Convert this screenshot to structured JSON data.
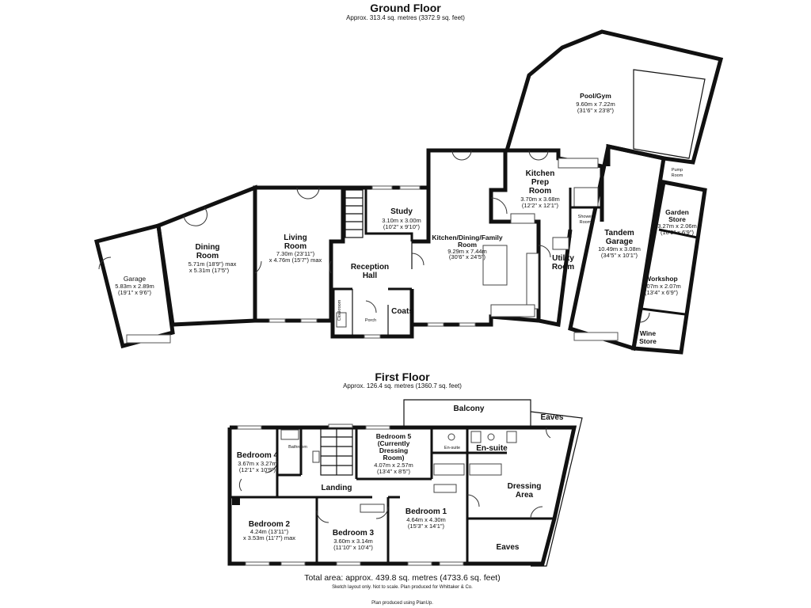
{
  "ground_floor": {
    "heading": "Ground Floor",
    "area": "Approx. 313.4 sq. metres (3372.9 sq. feet)",
    "rooms": {
      "garage": {
        "name": "Garage",
        "size_m": "5.83m x 2.89m",
        "size_ft": "(19'1\" x 9'6\")"
      },
      "dining": {
        "name_1": "Dining",
        "name_2": "Room",
        "size_1": "5.71m (18'9\") max",
        "size_2": "x 5.31m (17'5\")"
      },
      "living": {
        "name_1": "Living",
        "name_2": "Room",
        "size_1": "7.30m (23'11\")",
        "size_2": "x 4.76m (15'7\") max"
      },
      "study": {
        "name": "Study",
        "size_m": "3.10m x 3.00m",
        "size_ft": "(10'2\" x 9'10\")"
      },
      "reception": {
        "name_1": "Reception",
        "name_2": "Hall"
      },
      "kitchen_family": {
        "name_1": "Kitchen/Dining/Family",
        "name_2": "Room",
        "size_m": "9.29m x 7.44m",
        "size_ft": "(30'6\" x 24'5\")"
      },
      "kitchen_prep": {
        "name_1": "Kitchen",
        "name_2": "Prep",
        "name_3": "Room",
        "size_m": "3.70m x 3.68m",
        "size_ft": "(12'2\" x 12'1\")"
      },
      "pool_gym": {
        "name": "Pool/Gym",
        "size_m": "9.60m x 7.22m",
        "size_ft": "(31'6\" x 23'8\")"
      },
      "shower": {
        "name_1": "Shower",
        "name_2": "Room"
      },
      "utility": {
        "name_1": "Utility",
        "name_2": "Room"
      },
      "tandem_garage": {
        "name_1": "Tandem",
        "name_2": "Garage",
        "size_m": "10.49m x 3.08m",
        "size_ft": "(34'5\" x 10'1\")"
      },
      "pump_room": {
        "name_1": "Pump",
        "name_2": "Room"
      },
      "garden_store": {
        "name_1": "Garden",
        "name_2": "Store",
        "size_m": "3.27m x 2.06m",
        "size_ft": "(10'9\" x 6'9\")"
      },
      "workshop": {
        "name": "Workshop",
        "size_m": "4.07m x 2.07m",
        "size_ft": "(13'4\" x 6'9\")"
      },
      "wine_store": {
        "name_1": "Wine",
        "name_2": "Store"
      },
      "cloakroom": {
        "name": "Cloakroom"
      },
      "porch": {
        "name": "Porch"
      },
      "coats": {
        "name": "Coats"
      }
    }
  },
  "first_floor": {
    "heading": "First Floor",
    "area": "Approx. 126.4 sq. metres (1360.7 sq. feet)",
    "rooms": {
      "balcony": {
        "name": "Balcony"
      },
      "eaves_top": {
        "name": "Eaves"
      },
      "eaves_bottom": {
        "name": "Eaves"
      },
      "bedroom4": {
        "name": "Bedroom 4",
        "size_m": "3.67m x 3.27m",
        "size_ft": "(12'1\" x 10'9\")"
      },
      "bathroom": {
        "name": "Bathroom"
      },
      "bedroom5": {
        "name_1": "Bedroom 5",
        "name_2": "(Currently",
        "name_3": "Dressing",
        "name_4": "Room)",
        "size_m": "4.07m x 2.57m",
        "size_ft": "(13'4\" x 8'5\")"
      },
      "ensuite_small": {
        "name": "En-suite"
      },
      "ensuite_large": {
        "name": "En-suite"
      },
      "dressing": {
        "name_1": "Dressing",
        "name_2": "Area"
      },
      "landing": {
        "name": "Landing"
      },
      "bedroom2": {
        "name": "Bedroom 2",
        "size_1": "4.24m (13'11\")",
        "size_2": "x 3.53m (11'7\") max"
      },
      "bedroom3": {
        "name": "Bedroom 3",
        "size_m": "3.60m x 3.14m",
        "size_ft": "(11'10\" x 10'4\")"
      },
      "bedroom1": {
        "name": "Bedroom 1",
        "size_m": "4.64m x 4.30m",
        "size_ft": "(15'3\" x 14'1\")"
      }
    }
  },
  "footer": {
    "total": "Total area: approx. 439.8 sq. metres (4733.6 sq. feet)",
    "note": "Sketch layout only. Not to scale. Plan produced for Whittaker & Co.",
    "credit": "Plan produced using PlanUp."
  }
}
